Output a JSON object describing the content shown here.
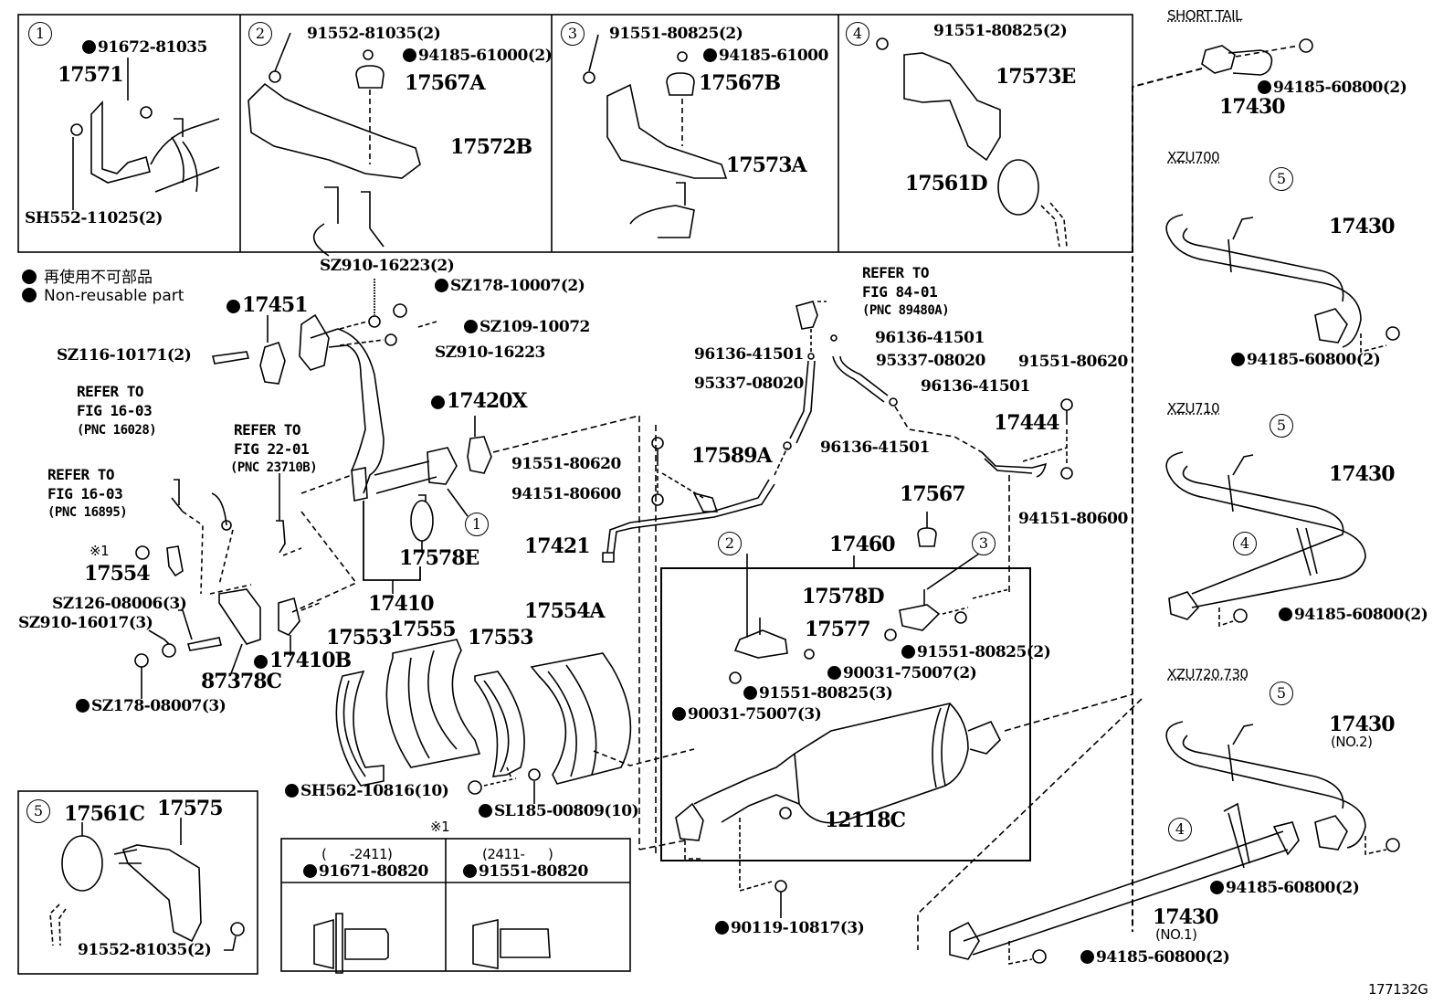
{
  "diagram": {
    "figure_id": "177132G",
    "legend": {
      "jp": "再使用不可部品",
      "en": "Non-reusable part",
      "marker": "filled-circle"
    },
    "callouts": [
      "1",
      "2",
      "3",
      "4",
      "5"
    ],
    "panel1": {
      "number": "1",
      "parts": [
        "91672-81035",
        "17571",
        "SH552-11025(2)"
      ]
    },
    "panel2": {
      "number": "2",
      "parts": [
        "91552-81035(2)",
        "94185-61000(2)",
        "17567A",
        "17572B"
      ]
    },
    "panel3": {
      "number": "3",
      "parts": [
        "91551-80825(2)",
        "94185-61000",
        "17567B",
        "17573A"
      ]
    },
    "panel4": {
      "number": "4",
      "parts": [
        "91551-80825(2)",
        "17573E",
        "17561D"
      ]
    },
    "panel5": {
      "number": "5",
      "parts": [
        "17561C",
        "17575",
        "91552-81035(2)"
      ]
    },
    "note1": {
      "mark": "※1",
      "cols": [
        {
          "range": "(      -2411)",
          "part": "91671-80820"
        },
        {
          "range": "(2411-      )",
          "part": "91551-80820"
        }
      ]
    },
    "variants": {
      "short_tail": {
        "title": "SHORT TAIL",
        "parts": [
          "17430",
          "94185-60800(2)"
        ]
      },
      "xzu700": {
        "title": "XZU700",
        "parts": [
          "17430",
          "94185-60800(2)"
        ]
      },
      "xzu710": {
        "title": "XZU710",
        "parts": [
          "17430",
          "94185-60800(2)"
        ]
      },
      "xzu720": {
        "title": "XZU720,730",
        "parts": [
          "17430",
          "(NO.2)",
          "94185-60800(2)",
          "17430",
          "(NO.1)",
          "94185-60800(2)"
        ]
      }
    },
    "refs": [
      {
        "l1": "REFER TO",
        "l2": "FIG 16-03",
        "l3": "(PNC 16028)"
      },
      {
        "l1": "REFER TO",
        "l2": "FIG 16-03",
        "l3": "(PNC 16895)"
      },
      {
        "l1": "REFER TO",
        "l2": "FIG 22-01",
        "l3": "(PNC 23710B)"
      },
      {
        "l1": "REFER TO",
        "l2": "FIG 84-01",
        "l3": "(PNC 89480A)"
      }
    ],
    "main_parts": {
      "sz910_16223_2": "SZ910-16223(2)",
      "sz178_10007": "SZ178-10007(2)",
      "sz109_10072": "SZ109-10072",
      "sz910_16223": "SZ910-16223",
      "p17451": "17451",
      "sz116": "SZ116-10171(2)",
      "p17420x": "17420X",
      "p17578e": "17578E",
      "p17410": "17410",
      "p17410b": "17410B",
      "x1": "※1",
      "p17554": "17554",
      "sz126": "SZ126-08006(3)",
      "sz910_16017": "SZ910-16017(3)",
      "p87378c": "87378C",
      "sz178_08007": "SZ178-08007(3)",
      "p17553a": "17553",
      "p17555": "17555",
      "p17553b": "17553",
      "p17554a": "17554A",
      "sh562": "SH562-10816(10)",
      "sl185": "SL185-00809(10)",
      "p91551_80620a": "91551-80620",
      "p94151_80600a": "94151-80600",
      "p17589a": "17589A",
      "p17421": "17421",
      "p96136_a": "96136-41501",
      "p96136_b": "96136-41501",
      "p96136_c": "96136-41501",
      "p96136_d": "96136-41501",
      "p95337_a": "95337-08020",
      "p95337_b": "95337-08020",
      "p17444": "17444",
      "p91551_80620b": "91551-80620",
      "p94151_80600b": "94151-80600",
      "p17567": "17567",
      "p17460": "17460",
      "p17578d": "17578D",
      "p17577": "17577",
      "p91551_80825_2": "91551-80825(2)",
      "p90031_2": "90031-75007(2)",
      "p91551_80825_3": "91551-80825(3)",
      "p90031_3": "90031-75007(3)",
      "p12118c": "12118C",
      "p90119": "90119-10817(3)"
    }
  }
}
